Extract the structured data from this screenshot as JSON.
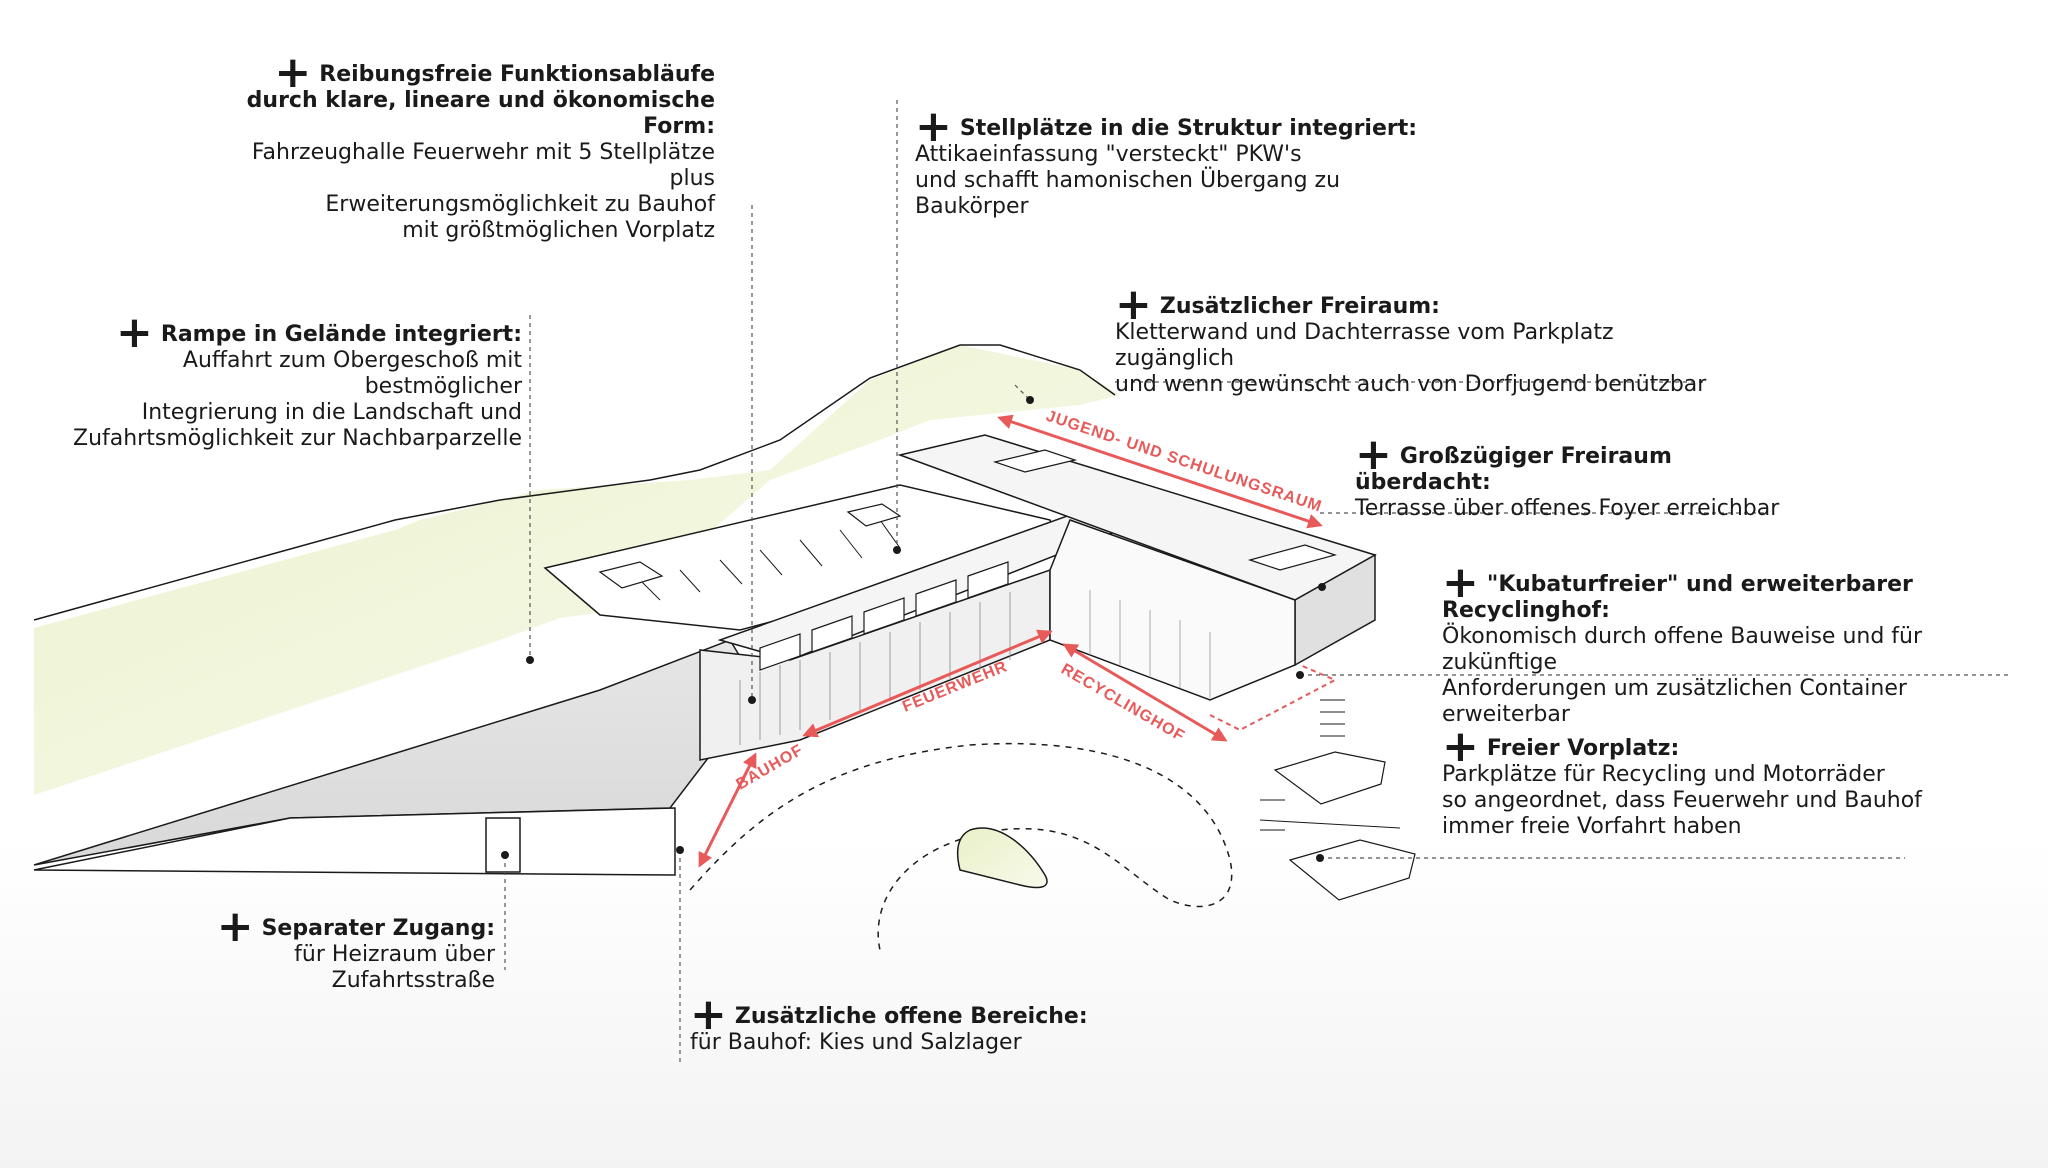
{
  "annotations": {
    "reibungsfrei": {
      "title": "Reibungsfreie Funktionsabläufe durch klare, lineare und ökonomische Form:",
      "body": "Fahrzeughalle Feuerwehr mit 5 Stellplätze plus\nErweiterungsmöglichkeit zu Bauhof\nmit größtmöglichen Vorplatz"
    },
    "stellplaetze": {
      "title": "Stellplätze in die Struktur integriert:",
      "body": "Attikaeinfassung \"versteckt\" PKW's\nund schafft hamonischen Übergang zu Baukörper"
    },
    "rampe": {
      "title": "Rampe in Gelände integriert:",
      "body": "Auffahrt zum Obergeschoß mit bestmöglicher\nIntegrierung in die Landschaft und\nZufahrtsmöglichkeit zur Nachbarparzelle"
    },
    "freiraum": {
      "title": "Zusätzlicher Freiraum:",
      "body": "Kletterwand und Dachterrasse vom Parkplatz zugänglich\nund wenn gewünscht auch von Dorfjugend benützbar"
    },
    "ueberdacht": {
      "title": "Großzügiger Freiraum überdacht:",
      "body": "Terrasse über offenes Foyer erreichbar"
    },
    "recycling": {
      "title": "\"Kubaturfreier\" und erweiterbarer Recyclinghof:",
      "body": "Ökonomisch durch offene Bauweise und für zukünftige\nAnforderungen um zusätzlichen Container erweiterbar"
    },
    "vorplatz": {
      "title": "Freier Vorplatz:",
      "body": "Parkplätze für Recycling und Motorräder\nso angeordnet, dass Feuerwehr und Bauhof\nimmer freie Vorfahrt haben"
    },
    "zugang": {
      "title": "Separater Zugang:",
      "body": "für Heizraum über Zufahrtsstraße"
    },
    "offen": {
      "title": "Zusätzliche offene Bereiche:",
      "body": "für Bauhof: Kies und Salzlager"
    }
  },
  "zone_labels": {
    "jugend": "JUGEND- UND SCHULUNGSRAUM",
    "feuerwehr": "FEUERWEHR",
    "recyclinghof": "RECYCLINGHOF",
    "bauhof": "BAUHOF"
  },
  "plus_symbol": "+",
  "colors": {
    "accent": "#e85a5a",
    "landscape": "#eef3d4",
    "line": "#1a1a1a"
  }
}
